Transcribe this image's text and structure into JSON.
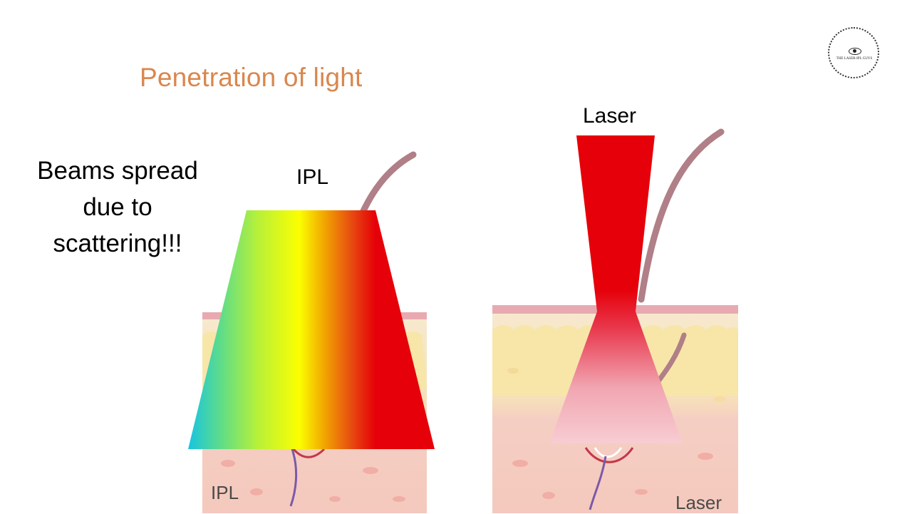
{
  "slide": {
    "title": "Penetration of light",
    "side_note": "Beams spread due to scattering!!!"
  },
  "ipl": {
    "label": "IPL",
    "caption": "IPL"
  },
  "laser": {
    "label": "Laser",
    "caption": "Laser"
  },
  "logo": {
    "text": "THE LASER-IPL GUYS",
    "icon": "eye-icon"
  },
  "colors": {
    "title": "#d9874e",
    "laser_red": "#e60009",
    "skin_top": "#f7e7b5",
    "skin_bottom": "#f5c9bd",
    "hair": "#b07f87"
  }
}
